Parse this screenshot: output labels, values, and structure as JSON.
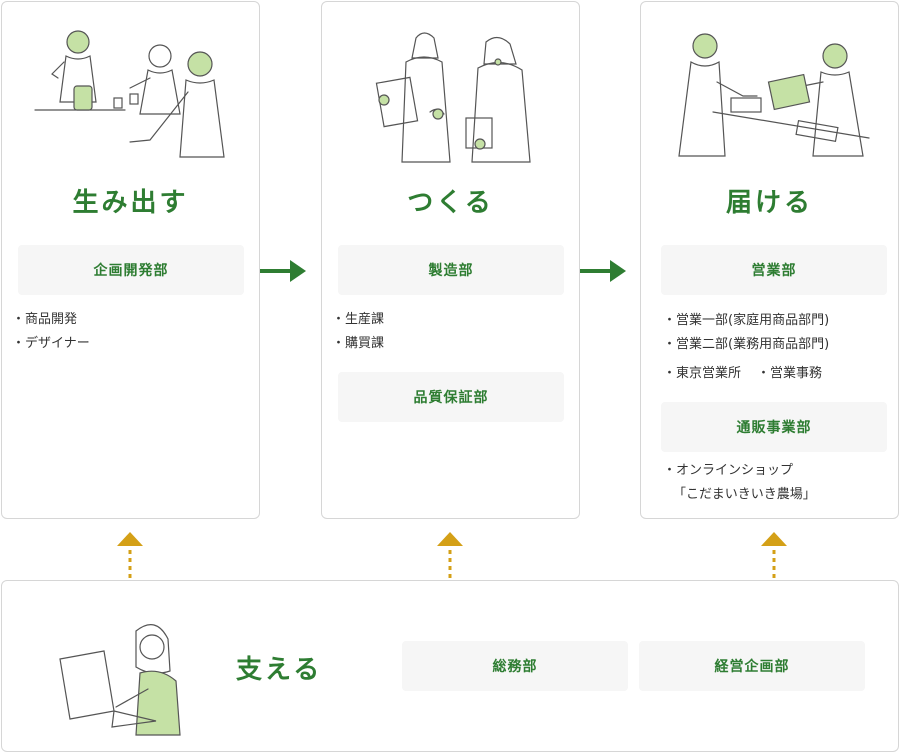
{
  "columns": [
    {
      "title": "生み出す",
      "departments": [
        {
          "name": "企画開発部",
          "items": [
            "商品開発",
            "デザイナー"
          ]
        }
      ]
    },
    {
      "title": "つくる",
      "departments": [
        {
          "name": "製造部",
          "items": [
            "生産課",
            "購買課"
          ]
        },
        {
          "name": "品質保証部",
          "items": []
        }
      ]
    },
    {
      "title": "届ける",
      "departments": [
        {
          "name": "営業部",
          "items": [
            "営業一部(家庭用商品部門)",
            "営業二部(業務用商品部門)",
            "東京営業所",
            "営業事務"
          ]
        },
        {
          "name": "通販事業部",
          "items": [
            "オンラインショップ",
            "「こだまいきいき農場」"
          ]
        }
      ]
    }
  ],
  "support": {
    "title": "支える",
    "departments": [
      "総務部",
      "経営企画部"
    ]
  },
  "colors": {
    "accent": "#2e7d32",
    "arrow_green": "#2e7d32",
    "arrow_gold": "#d4a017",
    "illustration_green": "#c5e1a5"
  }
}
